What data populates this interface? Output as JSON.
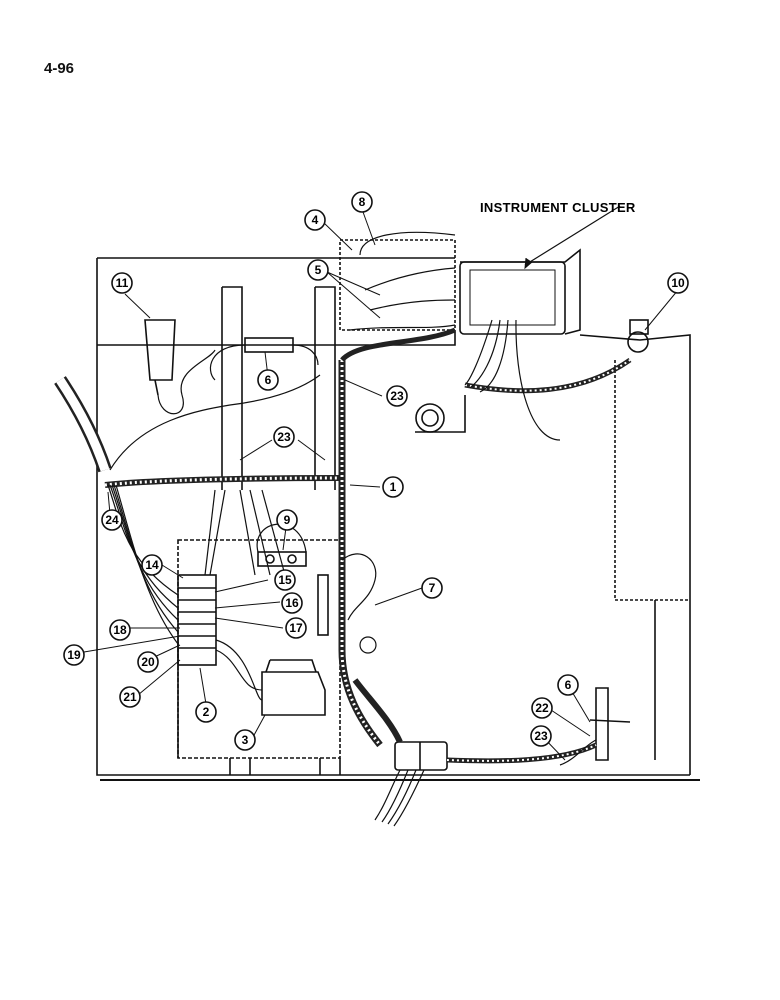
{
  "page_number": "4-96",
  "instrument_cluster_label": "INSTRUMENT CLUSTER",
  "callouts": [
    {
      "id": "c1",
      "text": "1"
    },
    {
      "id": "c2",
      "text": "2"
    },
    {
      "id": "c3",
      "text": "3"
    },
    {
      "id": "c4",
      "text": "4"
    },
    {
      "id": "c5",
      "text": "5"
    },
    {
      "id": "c6a",
      "text": "6"
    },
    {
      "id": "c6b",
      "text": "6"
    },
    {
      "id": "c7",
      "text": "7"
    },
    {
      "id": "c8",
      "text": "8"
    },
    {
      "id": "c9",
      "text": "9"
    },
    {
      "id": "c10",
      "text": "10"
    },
    {
      "id": "c11",
      "text": "11"
    },
    {
      "id": "c14",
      "text": "14"
    },
    {
      "id": "c15",
      "text": "15"
    },
    {
      "id": "c16",
      "text": "16"
    },
    {
      "id": "c17",
      "text": "17"
    },
    {
      "id": "c18",
      "text": "18"
    },
    {
      "id": "c19",
      "text": "19"
    },
    {
      "id": "c20",
      "text": "20"
    },
    {
      "id": "c21",
      "text": "21"
    },
    {
      "id": "c22",
      "text": "22"
    },
    {
      "id": "c23a",
      "text": "23"
    },
    {
      "id": "c23b",
      "text": "23"
    },
    {
      "id": "c23c",
      "text": "23"
    },
    {
      "id": "c24",
      "text": "24"
    }
  ]
}
